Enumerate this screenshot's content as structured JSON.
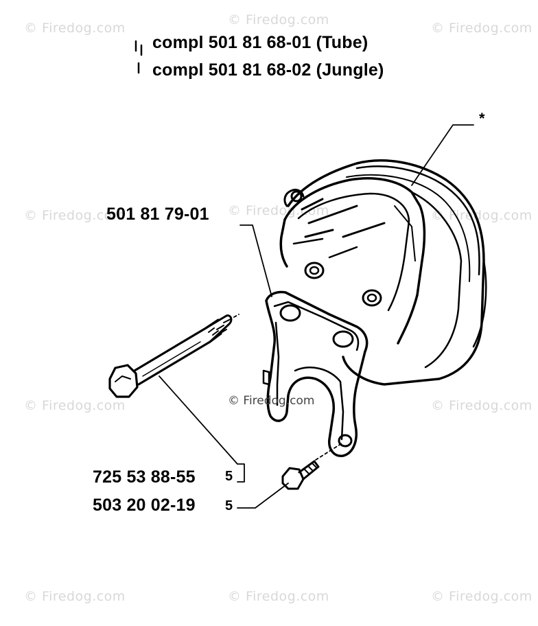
{
  "title": {
    "line1": "compl 501 81 68-01 (Tube)",
    "line2": "compl 501 81 68-02 (Jungle)"
  },
  "labels": {
    "asterisk": "*",
    "bracket": "501 81 79-01",
    "bolt": "725 53 88-55",
    "screw": "503 20 02-19",
    "bolt_tick": "5",
    "screw_tick": "5"
  },
  "watermark": "© Firedog.com",
  "watermark_center": "© Firedog.com",
  "colors": {
    "ink": "#000000",
    "watermark": "#d8d8d8"
  }
}
